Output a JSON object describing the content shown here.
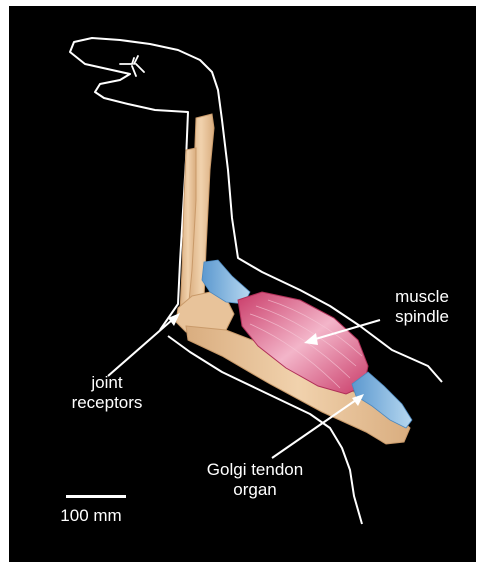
{
  "labels": {
    "muscle_spindle": [
      "muscle",
      "spindle"
    ],
    "joint_receptors": [
      "joint",
      "receptors"
    ],
    "golgi_tendon_organ": [
      "Golgi tendon",
      "organ"
    ],
    "scale": "100 mm"
  },
  "colors": {
    "background": "#000000",
    "outline": "#ffffff",
    "bone": "#e8c39a",
    "bone_edge": "#c99a6a",
    "muscle": "#d64b78",
    "muscle_light": "#f2a6c0",
    "tendon": "#6aa6d6",
    "tendon_light": "#bcdcf2"
  }
}
